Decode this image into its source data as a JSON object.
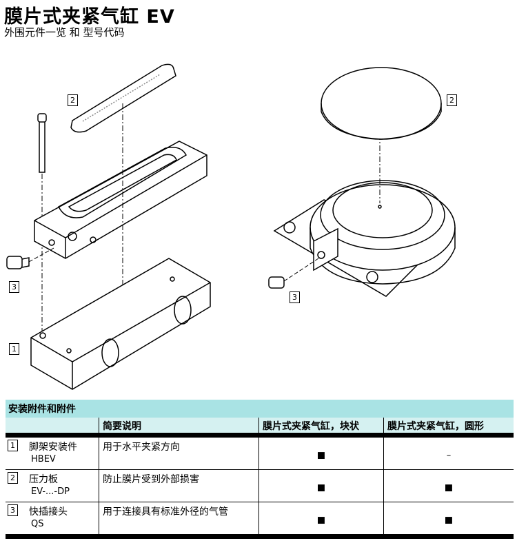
{
  "header": {
    "title": "膜片式夹紧气缸 EV",
    "subtitle": "外围元件一览 和 型号代码"
  },
  "figure": {
    "labels": [
      "2",
      "3",
      "1",
      "2",
      "3"
    ]
  },
  "table": {
    "section_title": "安装附件和附件",
    "columns": [
      "",
      "简要说明",
      "膜片式夹紧气缸，块状",
      "膜片式夹紧气缸，圆形"
    ],
    "rows": [
      {
        "num": "1",
        "name": "脚架安装件",
        "code": "HBEV",
        "desc": "用于水平夹紧方向",
        "block": "■",
        "round": "–"
      },
      {
        "num": "2",
        "name": "压力板",
        "code": "EV-...-DP",
        "desc": "防止膜片受到外部损害",
        "block": "■",
        "round": "■"
      },
      {
        "num": "3",
        "name": "快插接头",
        "code": "QS",
        "desc": "用于连接具有标准外径的气管",
        "block": "■",
        "round": "■"
      }
    ]
  }
}
